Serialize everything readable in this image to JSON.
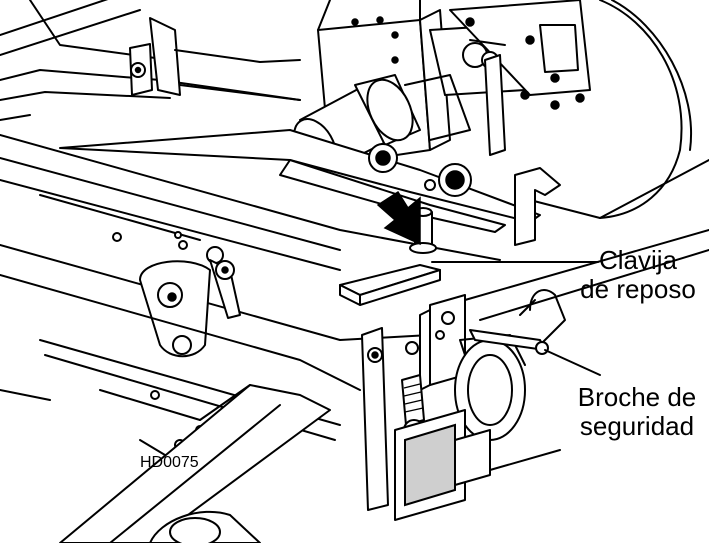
{
  "labels": {
    "rest_pin_line1": "Clavija",
    "rest_pin_line2": "de reposo",
    "safety_clip_line1": "Broche de",
    "safety_clip_line2": "seguridad"
  },
  "figure_code": "HD0075",
  "colors": {
    "ink": "#000000",
    "background": "#ffffff",
    "shade": "#cfcfcf"
  }
}
